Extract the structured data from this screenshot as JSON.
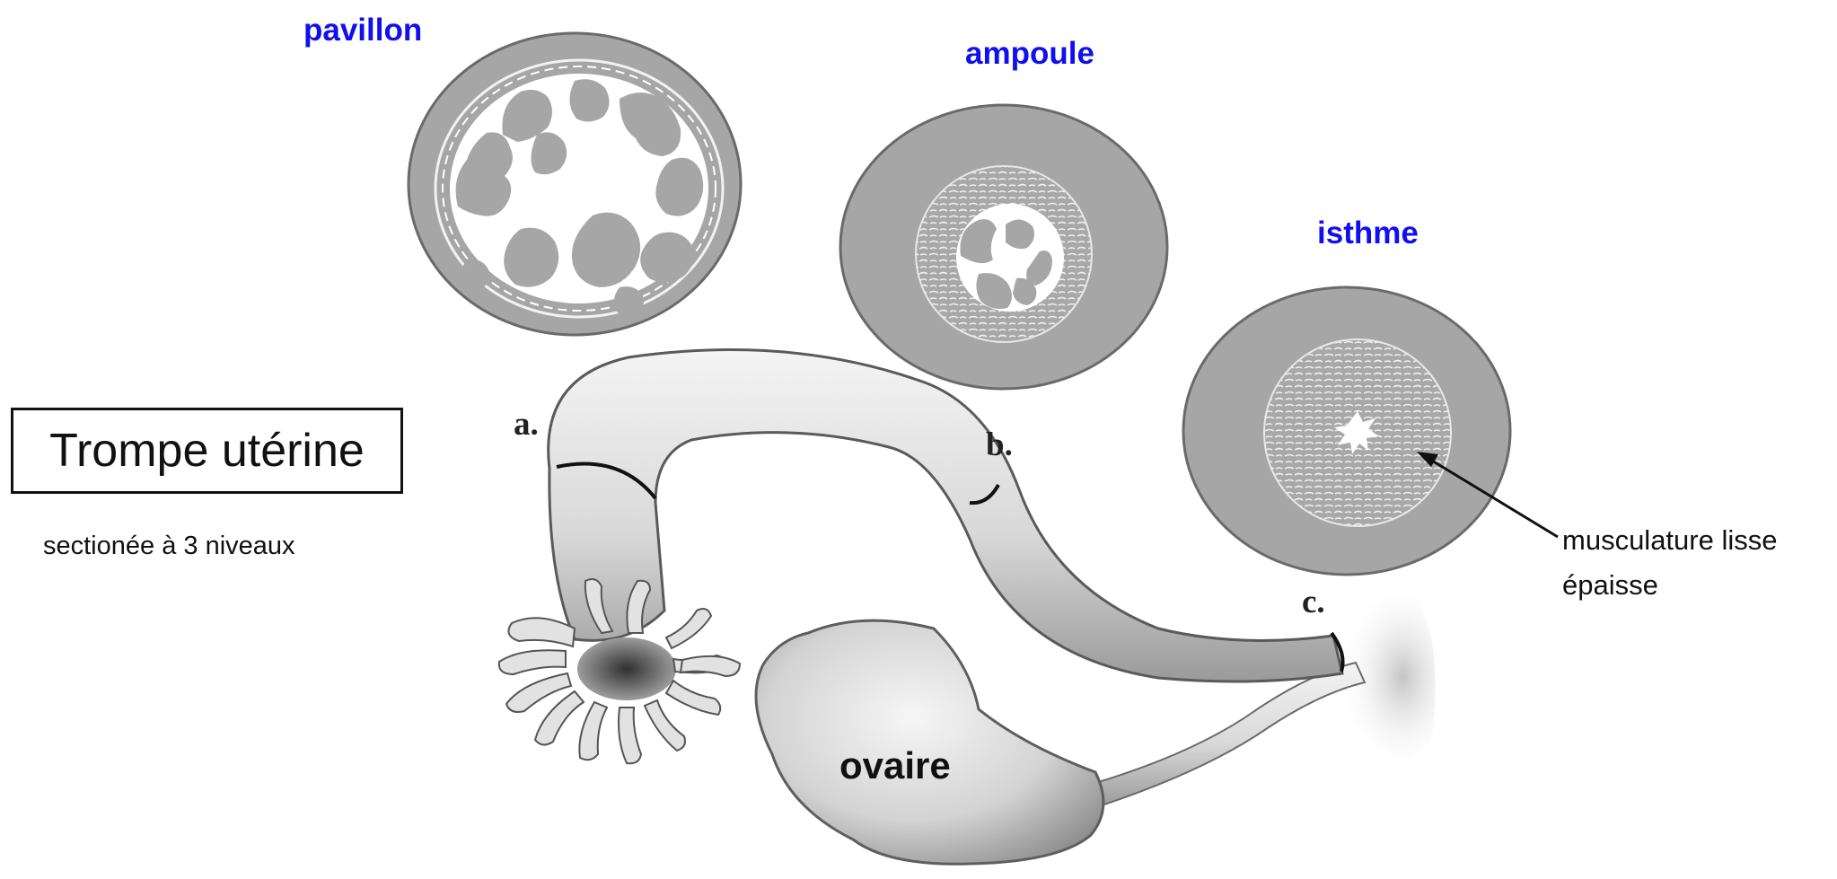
{
  "title": "Trompe utérine",
  "subtitle": "sectionée à 3 niveaux",
  "sections": {
    "pavillon": "pavillon",
    "ampoule": "ampoule",
    "isthme": "isthme"
  },
  "markers": {
    "a": "a.",
    "b": "b.",
    "c": "c."
  },
  "ovary_label": "ovaire",
  "annotation": {
    "line1": "musculature lisse",
    "line2": "épaisse"
  },
  "colors": {
    "section_label": "#1010ee",
    "tissue": "#a6a6a6",
    "lumen": "#ffffff"
  }
}
